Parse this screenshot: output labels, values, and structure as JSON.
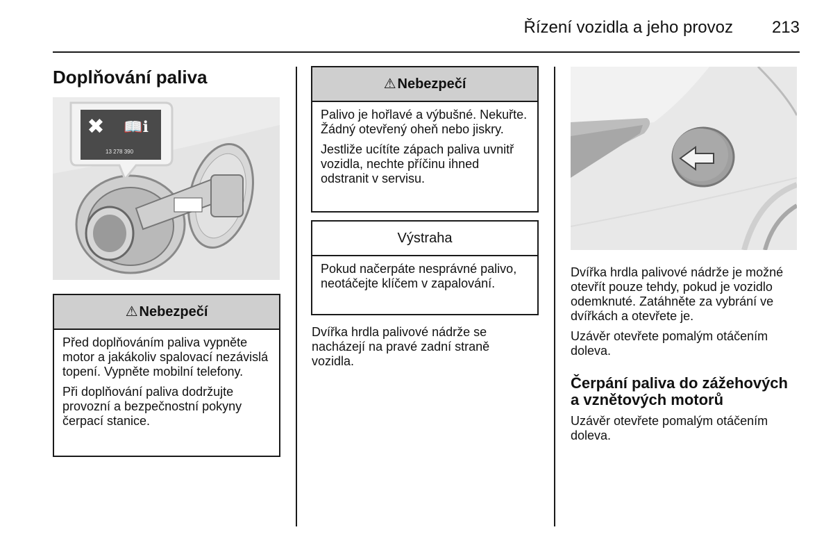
{
  "header": {
    "title": "Řízení vozidla a jeho provoz",
    "page_number": "213"
  },
  "section": {
    "title": "Doplňování paliva"
  },
  "illustration_left": {
    "label_code": "13 278 390",
    "icons": [
      "no-fire-icon",
      "manual-info-icon"
    ]
  },
  "danger_box_1": {
    "icon": "warning-triangle-icon",
    "title": "Nebezpečí",
    "paragraphs": [
      "Před doplňováním paliva vypněte motor a jakákoliv spalovací nezávislá topení. Vypněte mobilní telefony.",
      "Při doplňování paliva dodržujte provozní a bezpečnostní pokyny čerpací stanice."
    ]
  },
  "danger_box_2": {
    "icon": "warning-triangle-icon",
    "title": "Nebezpečí",
    "paragraphs": [
      "Palivo je hořlavé a výbušné. Nekuřte. Žádný otevřený oheň nebo jiskry.",
      "Jestliže ucítíte zápach paliva uvnitř vozidla, nechte příčinu ihned odstranit v servisu."
    ]
  },
  "warning_box": {
    "title": "Výstraha",
    "paragraphs": [
      "Pokud načerpáte nesprávné palivo, neotáčejte klíčem v zapalování."
    ]
  },
  "middle_text": {
    "paragraphs": [
      "Dvířka hrdla palivové nádrže se nacházejí na pravé zadní straně vozidla."
    ]
  },
  "right_text": {
    "paragraphs": [
      "Dvířka hrdla palivové nádrže je možné otevřít pouze tehdy, pokud je vozidlo odemknuté. Zatáhněte za vybrání ve dvířkách a otevřete je.",
      "Uzávěr otevřete pomalým otáčením doleva."
    ]
  },
  "subsection": {
    "title": "Čerpání paliva do zážehových a vznětových motorů",
    "paragraphs": [
      "Uzávěr otevřete pomalým otáčením doleva."
    ]
  }
}
